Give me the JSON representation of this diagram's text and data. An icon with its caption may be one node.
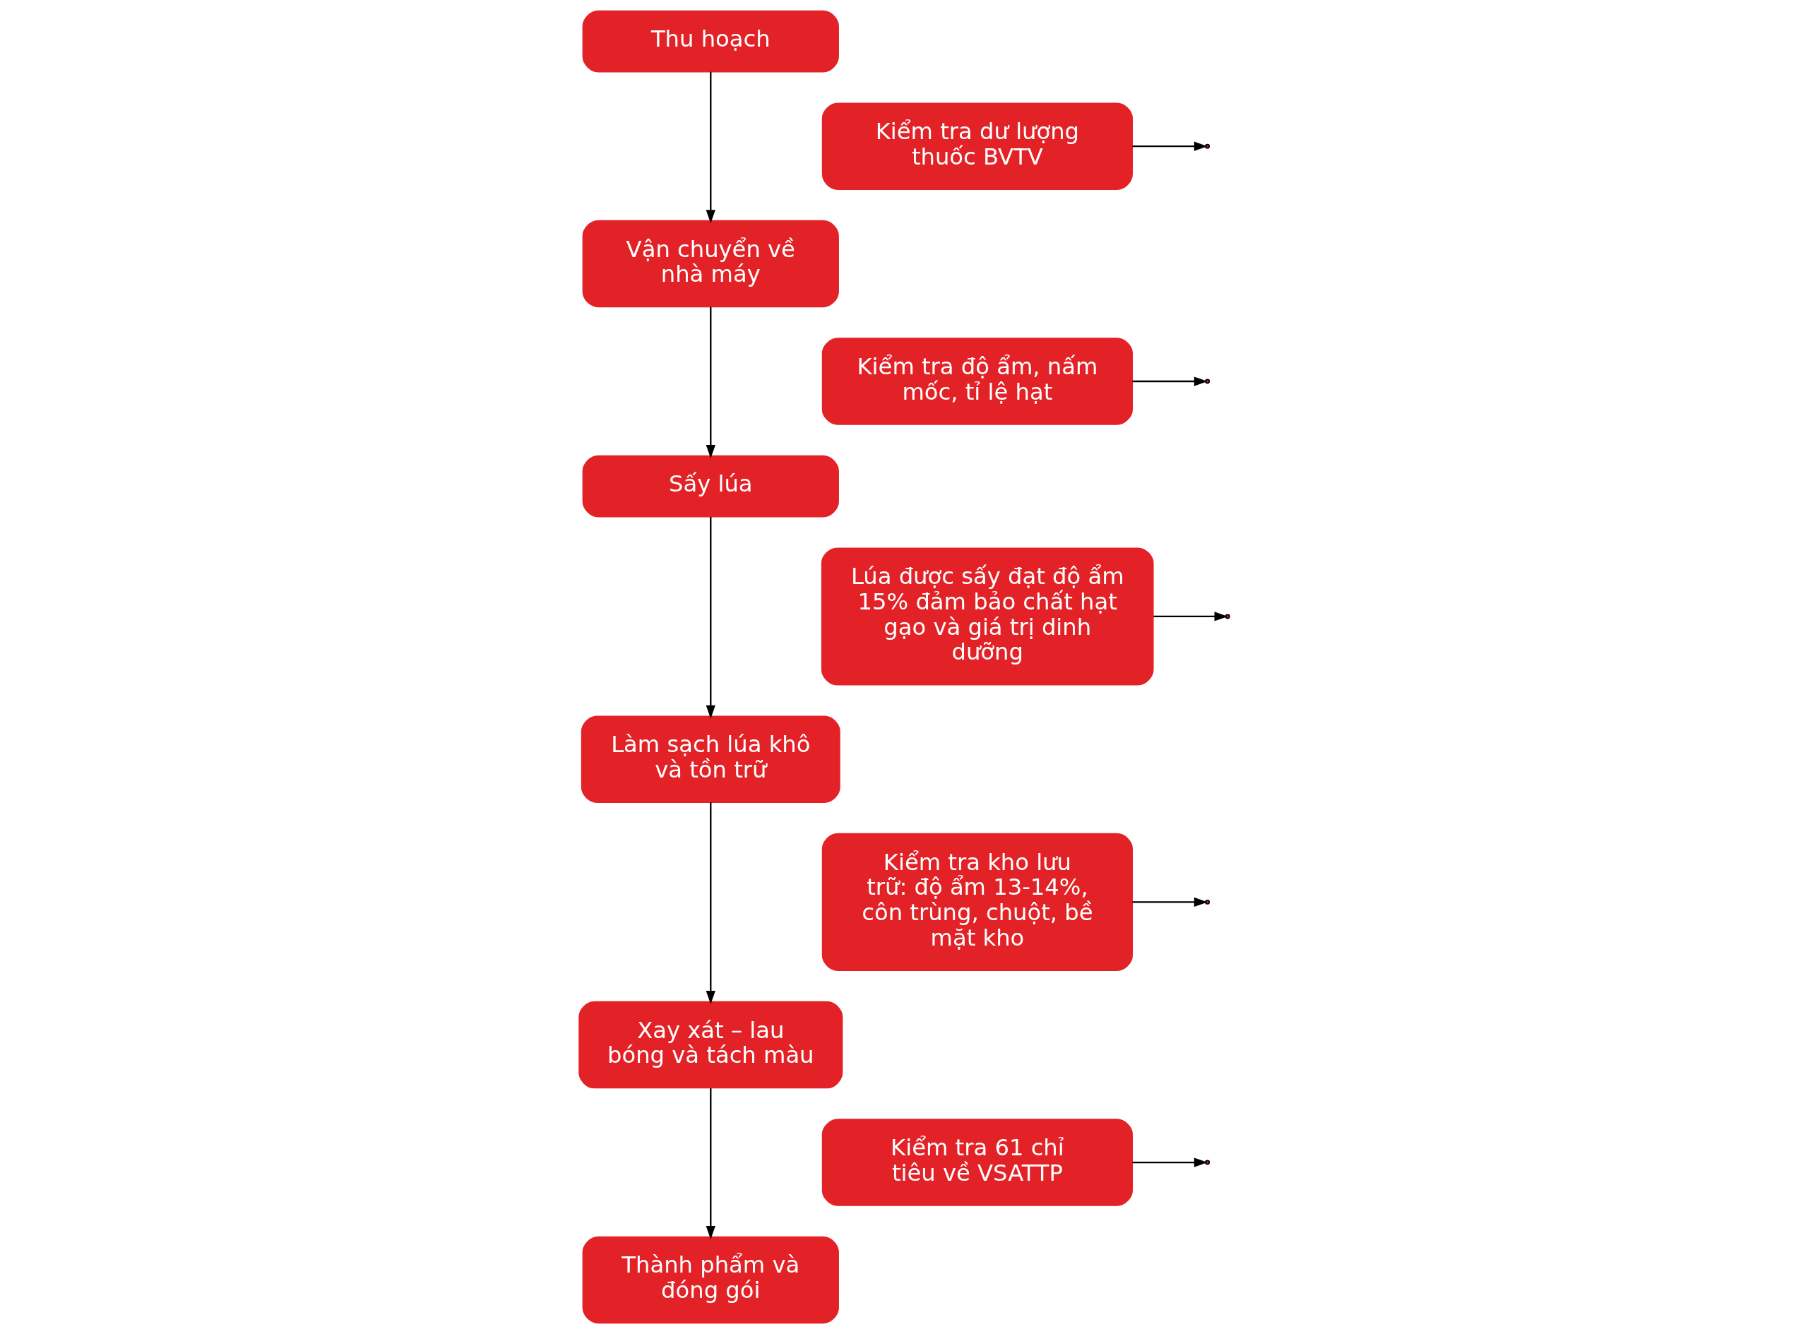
{
  "diagram": {
    "nodes": [
      {
        "text": [
          "Thu hoạch"
        ]
      },
      {
        "text": [
          "Kiểm tra dư lượng thuốc BVTV"
        ]
      },
      {
        "text": [
          "Vận chuyển về nhà máy"
        ]
      },
      {
        "text": [
          "Kiểm tra độ ẩm, nấm mốc, tỉ lệ hạt"
        ]
      },
      {
        "text": [
          "Sấy lúa"
        ]
      },
      {
        "text": [
          "Lúa được sấy đạt độ ẩm 15% đảm bảo chất hạt gạo và giá trị dinh dưỡng"
        ]
      },
      {
        "text": [
          "Làm sạch lúa khô và tồn trữ"
        ]
      },
      {
        "text": [
          "Kiểm tra kho lưu trữ: độ ẩm 13-14%, côn trùng, chuột, bề mặt kho"
        ]
      },
      {
        "text": [
          "Xay xát – lau bóng và tách màu"
        ]
      },
      {
        "text": [
          "Kiểm tra 61 chỉ tiêu về VSATTP"
        ]
      },
      {
        "text": [
          "Thành phẩm và đóng gói"
        ]
      }
    ],
    "edges": [
      {
        "from": 0,
        "to": 2,
        "arrow": "to"
      },
      {
        "from": 1,
        "to": null,
        "arrow": "to"
      },
      {
        "from": 2,
        "to": 4,
        "arrow": "to"
      },
      {
        "from": 3,
        "to": null,
        "arrow": "to"
      },
      {
        "from": 4,
        "to": 6,
        "arrow": "to"
      },
      {
        "from": 5,
        "to": null,
        "arrow": "to"
      },
      {
        "from": 6,
        "to": 8,
        "arrow": "to"
      },
      {
        "from": 7,
        "to": null,
        "arrow": "to"
      },
      {
        "from": 8,
        "to": 10,
        "arrow": "to"
      },
      {
        "from": 9,
        "to": null,
        "arrow": "to"
      }
    ]
  }
}
